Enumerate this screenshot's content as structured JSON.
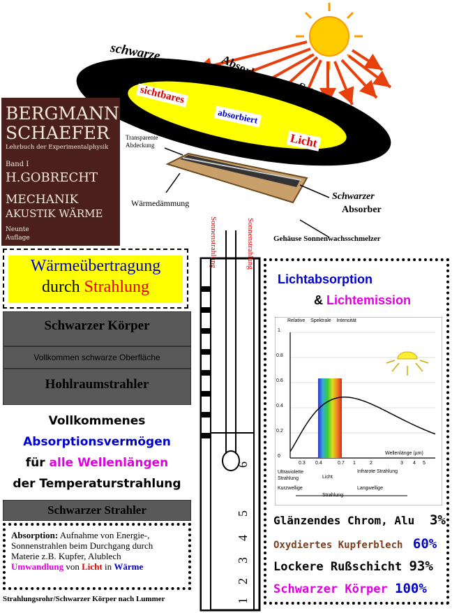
{
  "top": {
    "word1": "schwarze",
    "word2": "Absorber-",
    "word3": "Schmelzfläche",
    "disk_word1": "sichtbares",
    "disk_word2": "absorbiert",
    "disk_word3": "Licht",
    "label_transparent": "Transparente Abdeckung",
    "label_waermedaemmung": "Wärmedämmung",
    "label_schwarzer": "Schwarzer",
    "label_absorber": "Absorber",
    "label_gehaeuse": "Gehäuse Sonnenwachsschmelzer"
  },
  "book": {
    "line1": "BERGMANN",
    "line2": "SCHAEFER",
    "line3": "Lehrbuch der Experimentalphysik",
    "line4": "Band I",
    "line5": "H.GOBRECHT",
    "line6": "MECHANIK",
    "line7": "AKUSTIK WÄRME",
    "line8": "Neunte",
    "line9": "Auflage"
  },
  "left": {
    "title1": "Wärmeübertragung",
    "title2a": "durch",
    "title2b": "Strahlung",
    "bar1": "Schwarzer Körper",
    "bar2": "Vollkommen schwarze Oberfläche",
    "bar3": "Hohlraumstrahler",
    "white1": "Vollkommenes",
    "white2": "Absorptionsvermögen",
    "white3a": "für",
    "white3b": "alle Wellenlängen",
    "white4": "der Temperaturstrahlung",
    "bar4": "Schwarzer Strahler",
    "abs_bold": "Absorption:",
    "abs_text": "Aufnahme von Energie-, Sonnenstrahlen beim Durchgang durch Materie z.B. Kupfer, Alublech",
    "abs_u1": "Umwandlung",
    "abs_von": "von",
    "abs_licht": "Licht",
    "abs_in": "in",
    "abs_waerme": "Wärme",
    "caption": "Strahlungsrohr/Schwarzer Körper nach Lummer"
  },
  "tube": {
    "label1": "Sonnenstrahlung",
    "label2": "Sonnenstrahlung",
    "ticks": [
      "1",
      "2",
      "3",
      "4",
      "5",
      "6"
    ]
  },
  "right": {
    "title1": "Lichtabsorption",
    "title2a": "&",
    "title2b": "Lichtemission",
    "graph_header": "Relative    Spektrale    Intensität",
    "yticks": [
      "1",
      "0.8",
      "0.6",
      "0.4",
      "0.2",
      "0"
    ],
    "xticks": [
      "0.3",
      "0.4",
      "0.7",
      "1",
      "2",
      "3",
      "4",
      "5"
    ],
    "xlabel": "Wellenlänge (µm)",
    "uv": "Ultraviolette Strahlung",
    "licht": "Licht",
    "ir": "Infrarote Strahlung",
    "kurz": "Kurzwellige",
    "strahlung": "Strahlung",
    "lang": "Langwellige",
    "rows": [
      {
        "label": "Glänzendes Chrom, Alu",
        "value": "3%"
      },
      {
        "label": "Oxydiertes Kupferblech",
        "value": "60%"
      },
      {
        "label": "Lockere Rußschicht",
        "value": "93%"
      },
      {
        "label": "Schwarzer Körper",
        "value": "100%"
      }
    ]
  },
  "colors": {
    "sun": "#ffcc00",
    "rays": "#e8400c",
    "disk": "#ffff00",
    "blue": "#0000cc",
    "red": "#e00000",
    "magenta": "#e000e0",
    "brown": "#7a3e1e",
    "grey": "#595959"
  }
}
